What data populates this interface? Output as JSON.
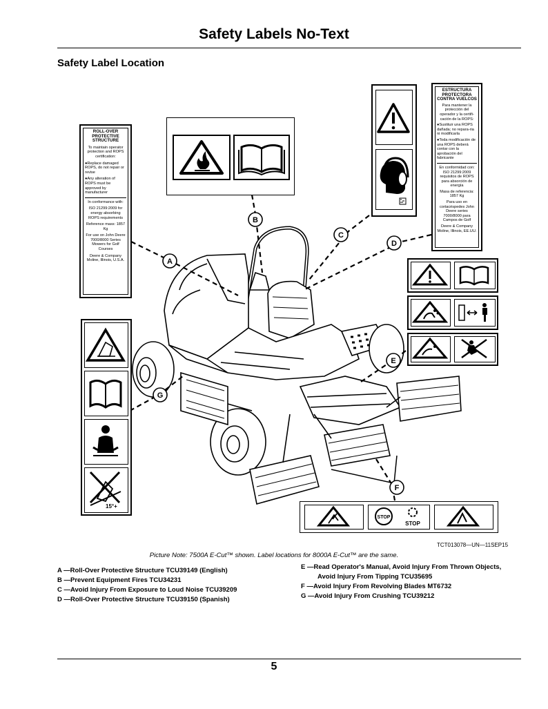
{
  "title": "Safety Labels No-Text",
  "section_heading": "Safety Label Location",
  "figure_code": "TCT013078—UN—11SEP15",
  "picture_note": "Picture Note: 7500A E-Cut™ shown. Label locations for 8000A E-Cut™ are the same.",
  "page_number": "5",
  "callouts": [
    "A",
    "B",
    "C",
    "D",
    "E",
    "F",
    "G"
  ],
  "legend": {
    "a": "A —Roll-Over Protective Structure TCU39149 (English)",
    "b": "B —Prevent Equipment Fires TCU34231",
    "c": "C —Avoid Injury From Exposure to Loud Noise TCU39209",
    "d": "D —Roll-Over Protective Structure TCU39150 (Spanish)",
    "e1": "E —Read Operator's Manual, Avoid Injury From Thrown Objects,",
    "e2": "Avoid Injury From Tipping TCU35695",
    "f": "F —Avoid Injury From Revolving Blades MT6732",
    "g": "G —Avoid Injury From Crushing TCU39212"
  },
  "label_a": {
    "title": "ROLL-OVER PROTECTIVE STRUCTURE",
    "line1": "To maintain operator protection and ROPS certification:",
    "line2": "●Replace damaged ROPS, do not repair or revise",
    "line3": "●Any alteration of ROPS must be approved by manufacturer",
    "line4": "In conformance with:",
    "line5": "ISO 21299:2009 for energy absorbing ROPS requirements",
    "line6": "Reference mass: 1857 Kg",
    "line7": "For use on John Deere 7000/8000 Series Mowers for Golf Courses",
    "line8": "Deere & Company Moline, Illinois, U.S.A."
  },
  "label_d": {
    "title": "ESTRUCTURA PROTECTORA CONTRA VUELCOS",
    "line1": "Para mantener la protección del operador y la certifi-cación de la ROPS:",
    "line2": "●Sustituir una ROPS dañada; no repara-ria ni modificarla",
    "line3": "●Toda modificación de una ROPS deberá contar con la aprobación del fabricante",
    "line4": "En conformidad con: ISO 21299:2009 requisitos de ROPS para absorción de energía",
    "line5": "Masa de referencia: 1857 Kg",
    "line6": "Para uso en cortacéspedes John Deere series 7000/8000 para Campos de Golf",
    "line7": "Deere & Company Moline, Illinois, EE.UU."
  },
  "label_e": {
    "tilt_text": "15°+"
  },
  "label_f": {
    "stop1": "STOP",
    "stop2": "STOP"
  }
}
